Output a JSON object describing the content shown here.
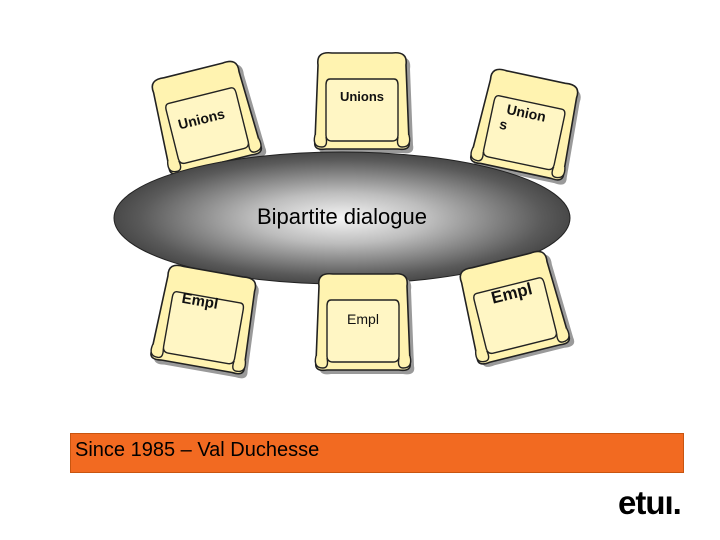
{
  "diagram": {
    "table_label": "Bipartite dialogue",
    "chairs": [
      {
        "id": "top-left",
        "label": "Unions",
        "group": "unions"
      },
      {
        "id": "top-center",
        "label": "Unions",
        "group": "unions"
      },
      {
        "id": "top-right",
        "label_line1": "Union",
        "label_line2": "s",
        "group": "unions"
      },
      {
        "id": "bottom-left",
        "label": "Empl",
        "group": "employers"
      },
      {
        "id": "bottom-center",
        "label": "Empl",
        "group": "employers"
      },
      {
        "id": "bottom-right",
        "label": "Empl",
        "group": "employers"
      }
    ]
  },
  "banner": {
    "text": "Since 1985 – Val Duchesse"
  },
  "logo": {
    "text": "etuı."
  },
  "colors": {
    "chair_fill": "#fff3b0",
    "chair_stroke": "#222222",
    "table_dark": "#4a4a4a",
    "table_light": "#f2f2f2",
    "banner": "#f26a21"
  }
}
